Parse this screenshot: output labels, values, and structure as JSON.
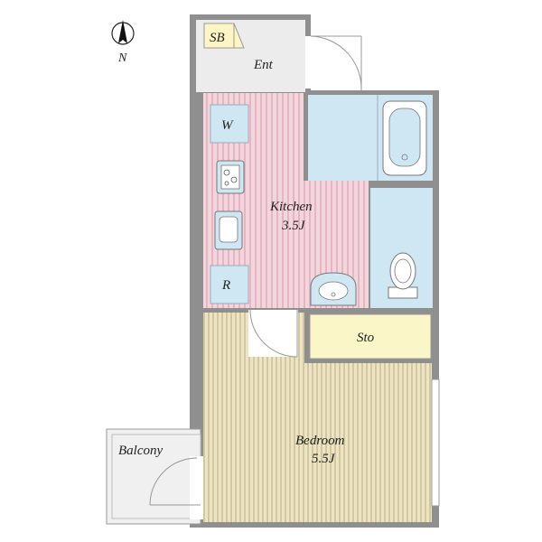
{
  "compass": {
    "label": "N",
    "icon": "north-arrow-icon"
  },
  "rooms": {
    "sb": {
      "label": "SB"
    },
    "ent": {
      "label": "Ent"
    },
    "w": {
      "label": "W"
    },
    "r": {
      "label": "R"
    },
    "kitchen": {
      "label": "Kitchen",
      "size": "3.5J"
    },
    "sto": {
      "label": "Sto"
    },
    "bedroom": {
      "label": "Bedroom",
      "size": "5.5J"
    },
    "balcony": {
      "label": "Balcony"
    }
  },
  "colors": {
    "wall": "#8f8f8f",
    "entrance_floor": "#ececec",
    "kitchen_floor": "#f3d6dd",
    "kitchen_stripe": "#d9a0ae",
    "wet_area": "#cfe7f2",
    "storage": "#fbf6c7",
    "bedroom_floor": "#ece4c2",
    "bedroom_stripe": "#b8ac7f",
    "balcony": "#f0f0f0",
    "sb_box": "#fdf6c4"
  }
}
